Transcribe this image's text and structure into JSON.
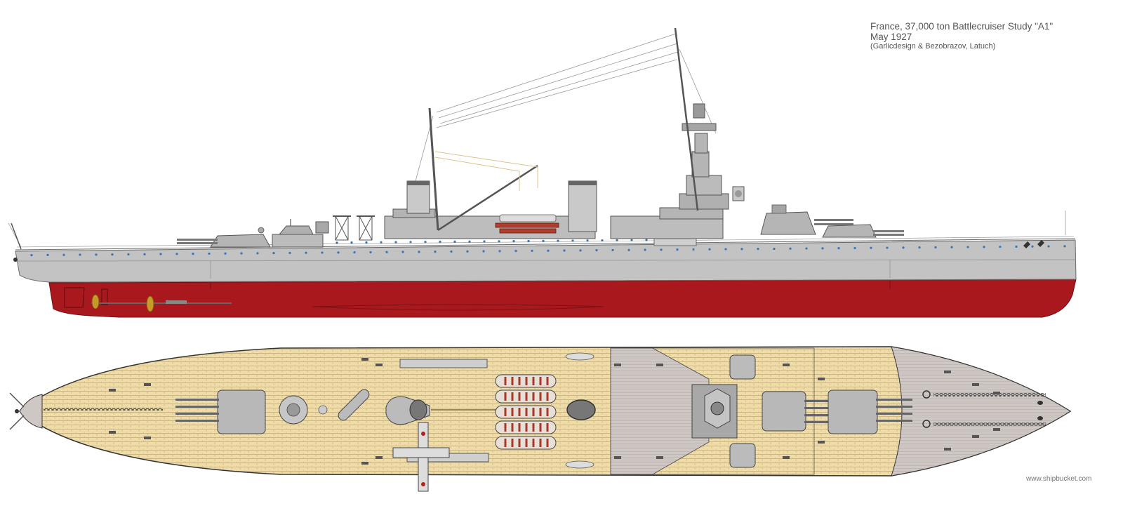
{
  "caption": {
    "line1": "France, 37,000 ton Battlecruiser Study \"A1\"",
    "line2": "May 1927",
    "line3": "(Garlicdesign & Bezobrazov, Latuch)"
  },
  "watermark": "www.shipbucket.com",
  "colors": {
    "hull_grey": "#c3c3c3",
    "superstructure_grey": "#b5b5b5",
    "hull_red": "#a9181d",
    "deck_wood": "#efdca8",
    "deck_steel": "#cfc7c4",
    "porthole_blue": "#3a74b6",
    "boat_red": "#a63a2a"
  }
}
